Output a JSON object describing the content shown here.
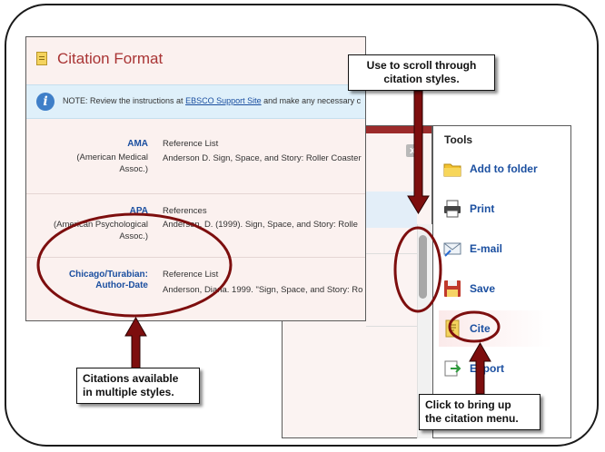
{
  "citation_window": {
    "title": "Citation Format",
    "note": {
      "prefix": "NOTE: Review the instructions at ",
      "link": "EBSCO Support Site",
      "suffix": " and make any necessary c"
    },
    "styles": [
      {
        "name": "AMA",
        "sub": "(American Medical\nAssoc.)",
        "heading": "Reference List",
        "reference": "Anderson D. Sign, Space, and Story: Roller Coaster"
      },
      {
        "name": "APA",
        "sub": "(American Psychological\nAssoc.)",
        "heading": "References",
        "reference": "Anderson, D. (1999). Sign, Space, and Story: Rolle"
      },
      {
        "name": "Chicago/Turabian:\nAuthor-Date",
        "sub": "",
        "heading": "Reference List",
        "reference": "Anderson, Diana. 1999. \"Sign, Space, and Story: Ro"
      }
    ]
  },
  "detail_window": {
    "close_label": "x"
  },
  "tools": {
    "title": "Tools",
    "items": [
      {
        "label": "Add to folder",
        "icon": "folder-icon"
      },
      {
        "label": "Print",
        "icon": "printer-icon"
      },
      {
        "label": "E-mail",
        "icon": "email-icon"
      },
      {
        "label": "Save",
        "icon": "floppy-disk-icon"
      },
      {
        "label": "Cite",
        "icon": "cite-document-icon",
        "active": true
      },
      {
        "label": "Export",
        "icon": "export-icon"
      }
    ]
  },
  "annotations": {
    "scroll": "Use to scroll through\ncitation styles.",
    "citations": "Citations available\nin multiple styles.",
    "cite_menu": "Click to bring up\nthe citation menu."
  },
  "colors": {
    "accent_red": "#9c2b2b",
    "title_red": "#a93434",
    "link_blue": "#1b4fa0",
    "annotation_red": "#7d0e0e"
  }
}
